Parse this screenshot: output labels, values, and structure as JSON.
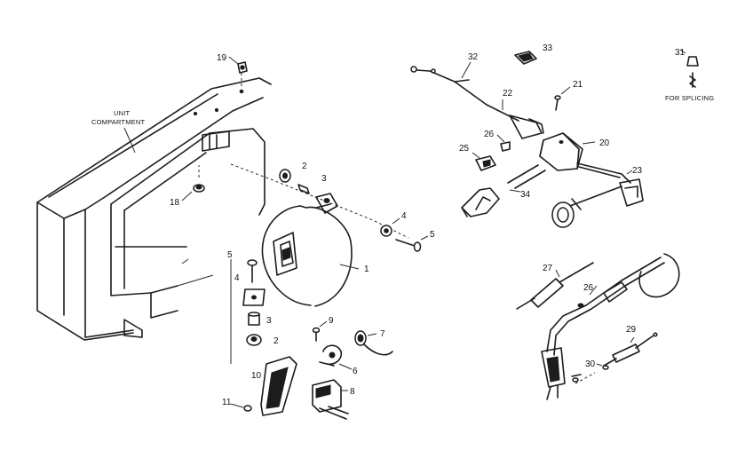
{
  "labels": {
    "unit_compartment_line1": "UNIT",
    "unit_compartment_line2": "COMPARTMENT",
    "for_splicing": "FOR SPLICING",
    "p1": "1",
    "p2a": "2",
    "p2b": "2",
    "p3a": "3",
    "p3b": "3",
    "p4a": "4",
    "p4b": "4",
    "p5a": "5",
    "p5b": "5",
    "p6": "6",
    "p7": "7",
    "p8": "8",
    "p9": "9",
    "p10": "10",
    "p11": "11",
    "p18": "18",
    "p19": "19",
    "p20": "20",
    "p21": "21",
    "p22": "22",
    "p23": "23",
    "p25": "25",
    "p26a": "26",
    "p26b": "26",
    "p27": "27",
    "p29": "29",
    "p30": "30",
    "p31": "31",
    "p32": "32",
    "p33": "33",
    "p34": "34"
  }
}
